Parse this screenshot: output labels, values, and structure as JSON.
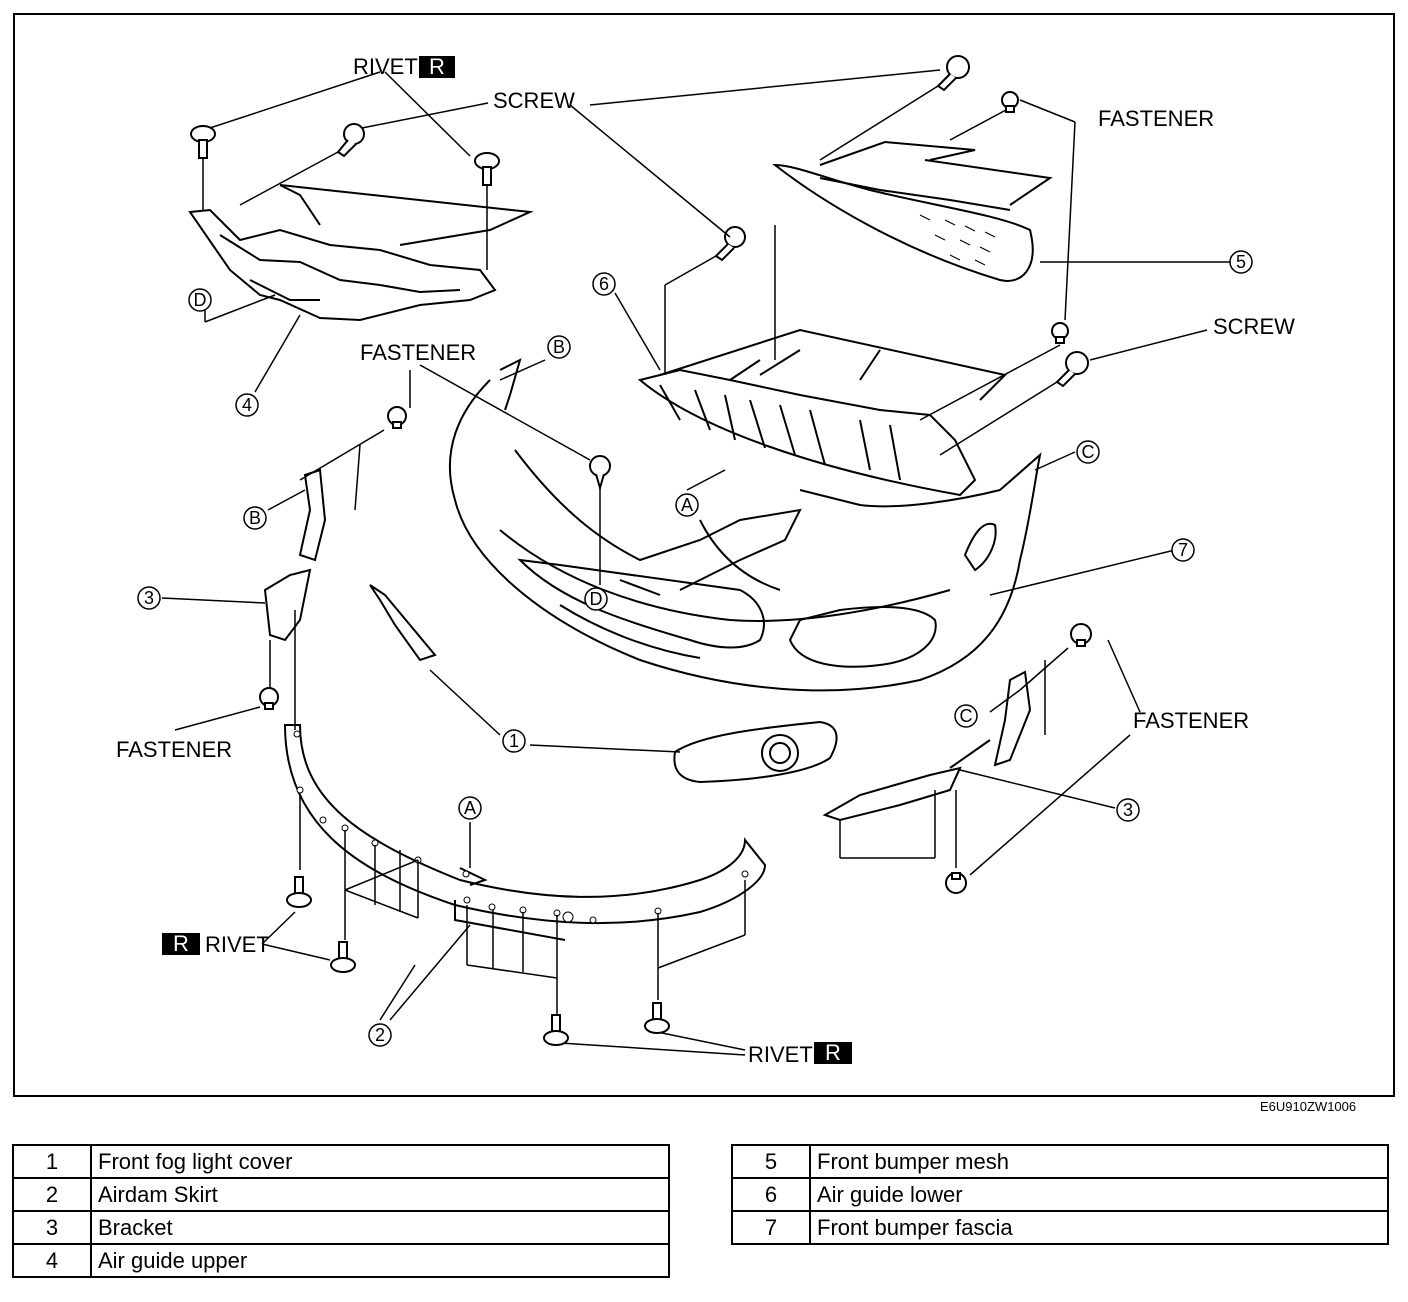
{
  "labels": {
    "rivet": "RIVET",
    "r_badge": "R",
    "screw": "SCREW",
    "fastener": "FASTENER"
  },
  "callouts": {
    "n1": "1",
    "n2": "2",
    "n3": "3",
    "n4": "4",
    "n5": "5",
    "n6": "6",
    "n7": "7",
    "a": "A",
    "b": "B",
    "c": "C",
    "d": "D"
  },
  "figure_code": "E6U910ZW1006",
  "legend_left": [
    {
      "num": "1",
      "name": "Front fog light cover"
    },
    {
      "num": "2",
      "name": "Airdam Skirt"
    },
    {
      "num": "3",
      "name": "Bracket"
    },
    {
      "num": "4",
      "name": "Air guide upper"
    }
  ],
  "legend_right": [
    {
      "num": "5",
      "name": "Front bumper mesh"
    },
    {
      "num": "6",
      "name": "Air guide lower"
    },
    {
      "num": "7",
      "name": "Front bumper fascia"
    }
  ]
}
